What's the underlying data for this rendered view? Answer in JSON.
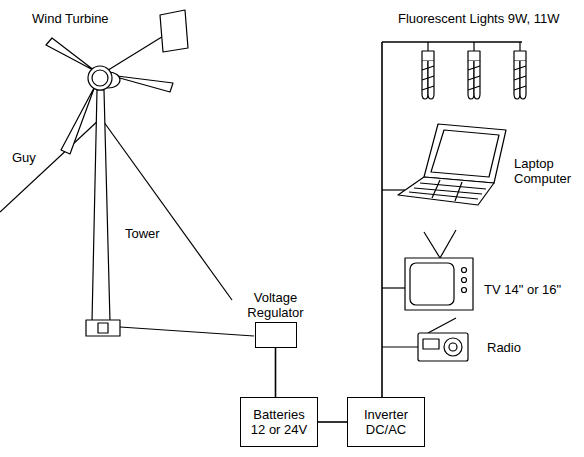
{
  "diagram": {
    "nodes": [
      {
        "text": [
          "Voltage Regulator"
        ]
      },
      {
        "text": [
          "Batteries 12 or 24V"
        ]
      },
      {
        "text": [
          "Inverter DC/AC"
        ]
      }
    ],
    "edges": [
      {
        "from": 0,
        "to": 1,
        "arrow": "none"
      },
      {
        "from": 1,
        "to": 2,
        "arrow": "none"
      }
    ],
    "labels": [
      "Wind Turbine",
      "Fluorescent Lights 9W, 11W",
      "Guy",
      "Tower",
      "Laptop Computer",
      "TV 14\" or 16\"",
      "Radio"
    ]
  }
}
